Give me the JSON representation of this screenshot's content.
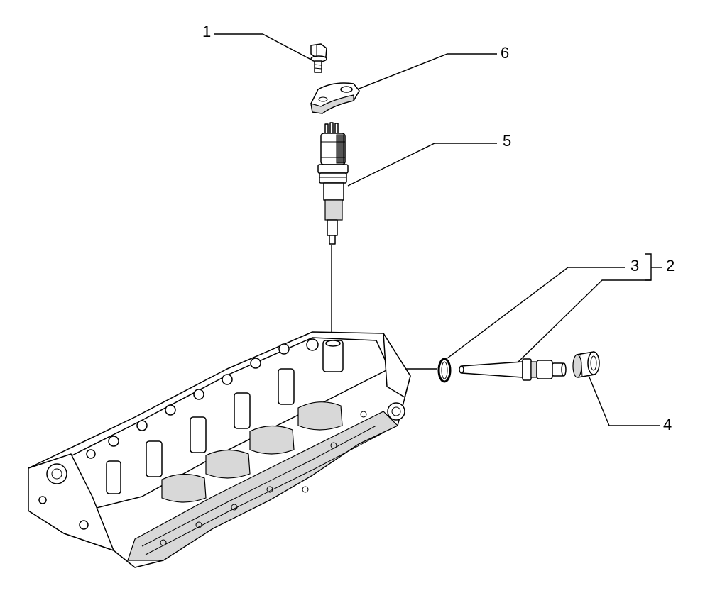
{
  "callouts": {
    "c1": "1",
    "c2": "2",
    "c3": "3",
    "c4": "4",
    "c5": "5",
    "c6": "6"
  },
  "parts": [
    {
      "ref": "1",
      "icon": "bolt-icon"
    },
    {
      "ref": "2",
      "icon": "bracket-group-icon"
    },
    {
      "ref": "3",
      "icon": "o-ring-icon"
    },
    {
      "ref": "4",
      "icon": "sleeve-nut-icon"
    },
    {
      "ref": "5",
      "icon": "injector-icon"
    },
    {
      "ref": "6",
      "icon": "clamp-bracket-icon"
    }
  ],
  "colors": {
    "ink": "#000000",
    "paper": "#ffffff"
  }
}
